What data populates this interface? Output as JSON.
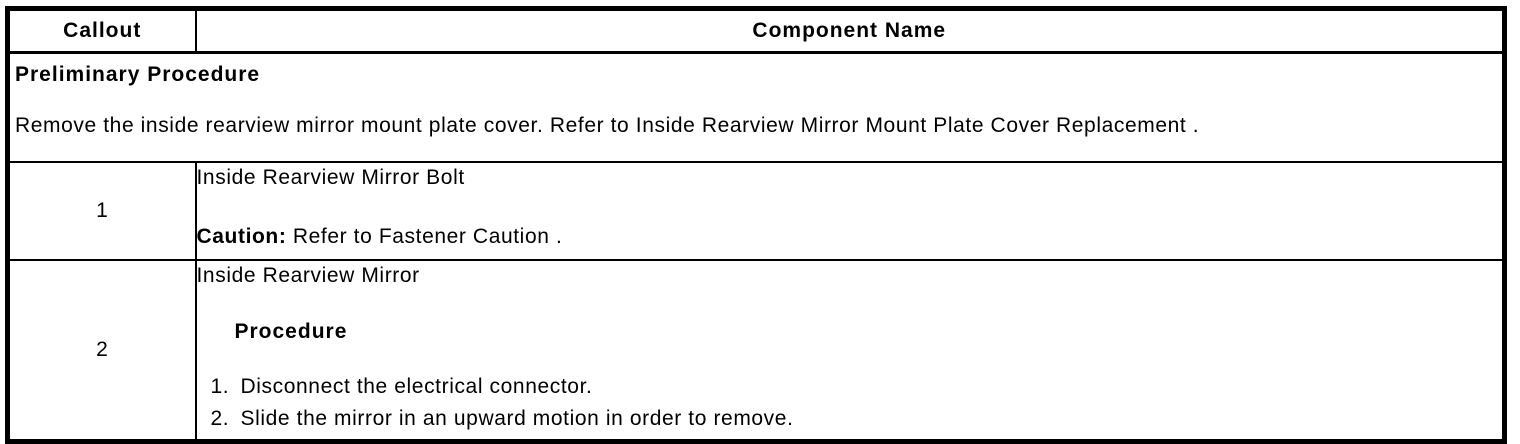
{
  "colors": {
    "text": "#000000",
    "border": "#000000",
    "background": "#ffffff"
  },
  "table": {
    "header": {
      "callout_label": "Callout",
      "component_label": "Component Name"
    },
    "preliminary": {
      "title": "Preliminary Procedure",
      "text": "Remove the inside rearview mirror mount plate cover. Refer to Inside Rearview Mirror Mount Plate Cover Replacement ."
    },
    "rows": [
      {
        "callout": "1",
        "component": "Inside Rearview Mirror Bolt",
        "caution_label": "Caution:",
        "caution_text": " Refer to Fastener Caution ."
      },
      {
        "callout": "2",
        "component": "Inside Rearview Mirror",
        "procedure_label": "Procedure",
        "steps": [
          {
            "num": "1.",
            "text": "Disconnect the electrical connector."
          },
          {
            "num": "2.",
            "text": "Slide the mirror in an upward motion in order to remove."
          }
        ]
      }
    ]
  }
}
